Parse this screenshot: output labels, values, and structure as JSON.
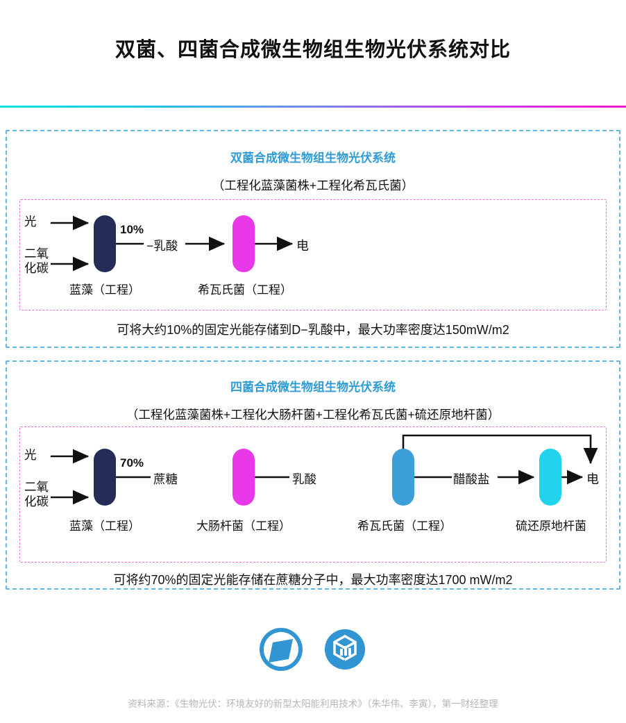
{
  "title": "双菌、四菌合成微生物组生物光伏系统对比",
  "accent": {
    "rule_start": "#00E5E0",
    "rule_end": "#F519C8",
    "panel_border": "#5FB8E8",
    "diagram_border": "#F06FD0",
    "heading_blue": "#2E9BD6",
    "navy": "#232D55",
    "magenta": "#E838E8",
    "blue": "#3D9FD8",
    "cyan": "#22D3EE"
  },
  "sections": [
    {
      "heading": "双菌合成微生物组生物光伏系统",
      "subheading": "（工程化蓝藻菌株+工程化希瓦氏菌）",
      "caption": "可将大约10%的固定光能存储到D−乳酸中，最大功率密度达150mW/m2",
      "inputs": {
        "light": "光",
        "co2_line1": "二氧",
        "co2_line2": "化碳"
      },
      "efficiency": "10%",
      "organisms": [
        {
          "name": "蓝藻（工程）",
          "color": "#232D55"
        },
        {
          "name": "希瓦氏菌（工程）",
          "color": "#E838E8"
        }
      ],
      "flows": [
        "−乳酸"
      ],
      "output": "电"
    },
    {
      "heading": "四菌合成微生物组生物光伏系统",
      "subheading": "（工程化蓝藻菌株+工程化大肠杆菌+工程化希瓦氏菌+硫还原地杆菌）",
      "caption": "可将约70%的固定光能存储在蔗糖分子中，最大功率密度达1700 mW/m2",
      "inputs": {
        "light": "光",
        "co2_line1": "二氧",
        "co2_line2": "化碳"
      },
      "efficiency": "70%",
      "organisms": [
        {
          "name": "蓝藻（工程）",
          "color": "#232D55"
        },
        {
          "name": "大肠杆菌（工程）",
          "color": "#E838E8"
        },
        {
          "name": "希瓦氏菌（工程）",
          "color": "#3D9FD8"
        },
        {
          "name": "硫还原地杆菌",
          "color": "#22D3EE"
        }
      ],
      "flows": [
        "蔗糖",
        "乳酸",
        "醋酸盐"
      ],
      "output": "电"
    }
  ],
  "footer": {
    "logo_left": "yicai-circle-logo",
    "logo_right": "yicai-hex-logo",
    "source": "资料来源：《生物光伏：环境友好的新型太阳能利用技术》（朱华伟、李寅），第一财经整理"
  }
}
